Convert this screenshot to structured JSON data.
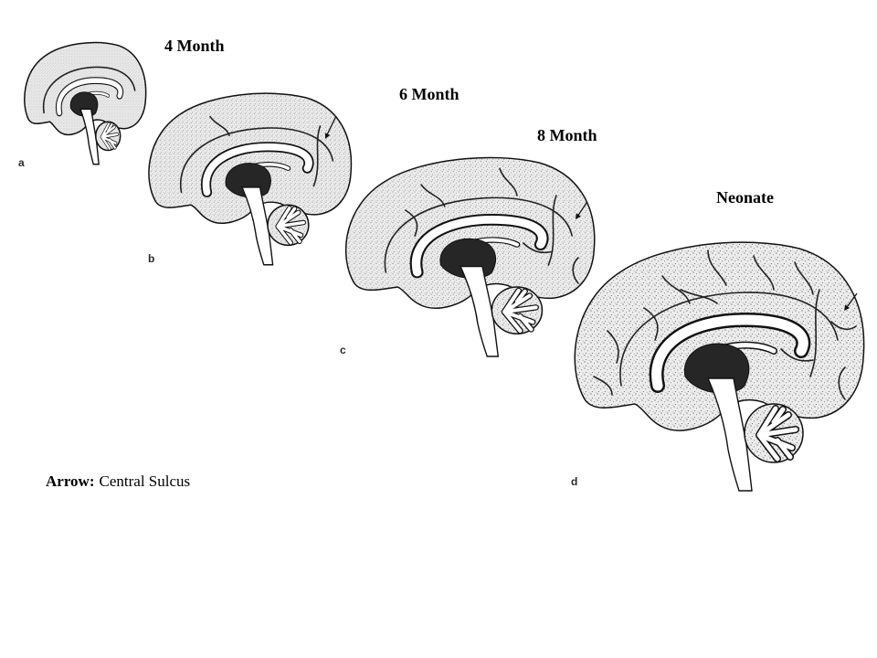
{
  "figure": {
    "stages": [
      {
        "label": "4 Month",
        "panel": "a"
      },
      {
        "label": "6 Month",
        "panel": "b"
      },
      {
        "label": "8 Month",
        "panel": "c"
      },
      {
        "label": "Neonate",
        "panel": "d"
      }
    ],
    "legend": {
      "marker": "Arrow:",
      "meaning": "Central Sulcus"
    },
    "marker_icon": "arrow-icon"
  },
  "colors": {
    "background": "#ffffff",
    "text": "#000000",
    "cortex_stipple": "#ececec",
    "deep_structure": "#262626"
  }
}
